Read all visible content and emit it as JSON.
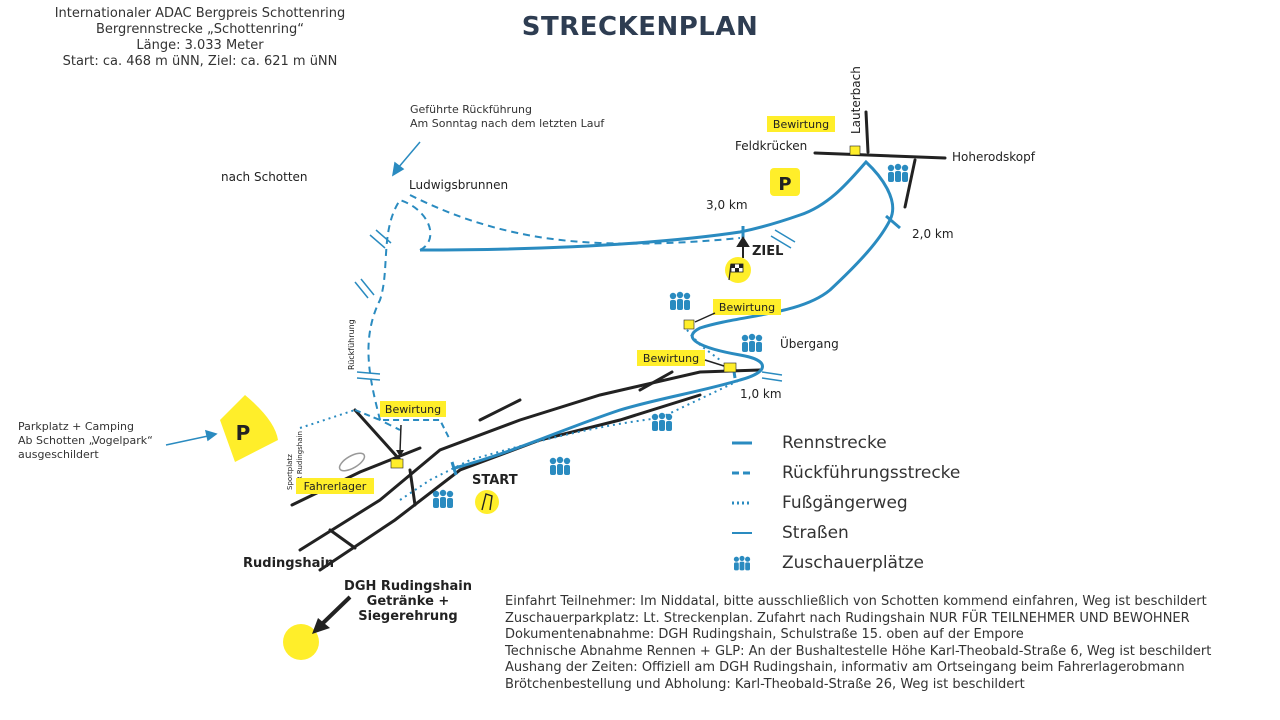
{
  "header": {
    "line1": "Internationaler ADAC Bergpreis Schottenring",
    "line2": "Bergrennstrecke „Schottenring“",
    "line3": "Länge: 3.033 Meter",
    "line4": "Start: ca. 468 m üNN, Ziel: ca. 621 m üNN"
  },
  "title": "STRECKENPLAN",
  "map_labels": {
    "nach_schotten": "nach Schotten",
    "ludwigsbrunnen": "Ludwigsbrunnen",
    "lauterbach": "Lauterbach",
    "feldkruecken": "Feldkrücken",
    "hoherodskopf": "Hoherodskopf",
    "km3": "3,0 km",
    "km2": "2,0 km",
    "km1": "1,0 km",
    "ziel": "ZIEL",
    "start": "START",
    "uebergang": "Übergang",
    "rudingshain": "Rudingshain",
    "rueckfuehrung": "Rückführung",
    "sportplatz1": "Sportplatz",
    "sportplatz2": "VFR Rudingshain",
    "parking_symbol": "P",
    "dgh_line1": "DGH Rudingshain",
    "dgh_line2": "Getränke +",
    "dgh_line3": "Siegerehrung"
  },
  "signs": {
    "bewirtung": "Bewirtung",
    "fahrerlager": "Fahrerlager"
  },
  "notes": {
    "return_line1": "Geführte Rückführung",
    "return_line2": "Am Sonntag nach dem letzten Lauf",
    "parking_line1": "Parkplatz + Camping",
    "parking_line2": "Ab Schotten „Vogelpark“",
    "parking_line3": "ausgeschildert"
  },
  "legend": [
    {
      "label": "Rennstrecke",
      "icon": "solid-line"
    },
    {
      "label": "Rückführungsstrecke",
      "icon": "dashed-line"
    },
    {
      "label": "Fußgängerweg",
      "icon": "dotted-line"
    },
    {
      "label": "Straßen",
      "icon": "thin-line"
    },
    {
      "label": "Zuschauerplätze",
      "icon": "spectators-icon"
    }
  ],
  "info": [
    "Einfahrt Teilnehmer: Im Niddatal, bitte ausschließlich von Schotten kommend einfahren, Weg ist beschildert",
    "Zuschauerparkplatz: Lt. Streckenplan. Zufahrt nach Rudingshain NUR FÜR TEILNEHMER UND BEWOHNER",
    "Dokumentenabnahme: DGH Rudingshain, Schulstraße 15. oben auf der Empore",
    "Technische Abnahme Rennen + GLP: An der Bushaltestelle Höhe Karl-Theobald-Straße 6, Weg ist beschildert",
    "Aushang der Zeiten: Offiziell am DGH Rudingshain, informativ am Ortseingang beim Fahrerlagerobmann",
    "Brötchenbestellung und Abholung: Karl-Theobald-Straße 26, Weg ist beschildert"
  ],
  "colors": {
    "track": "#2a8bc0",
    "road": "#222222",
    "sign": "#ffee2a",
    "spectators": "#2a8bc0"
  }
}
